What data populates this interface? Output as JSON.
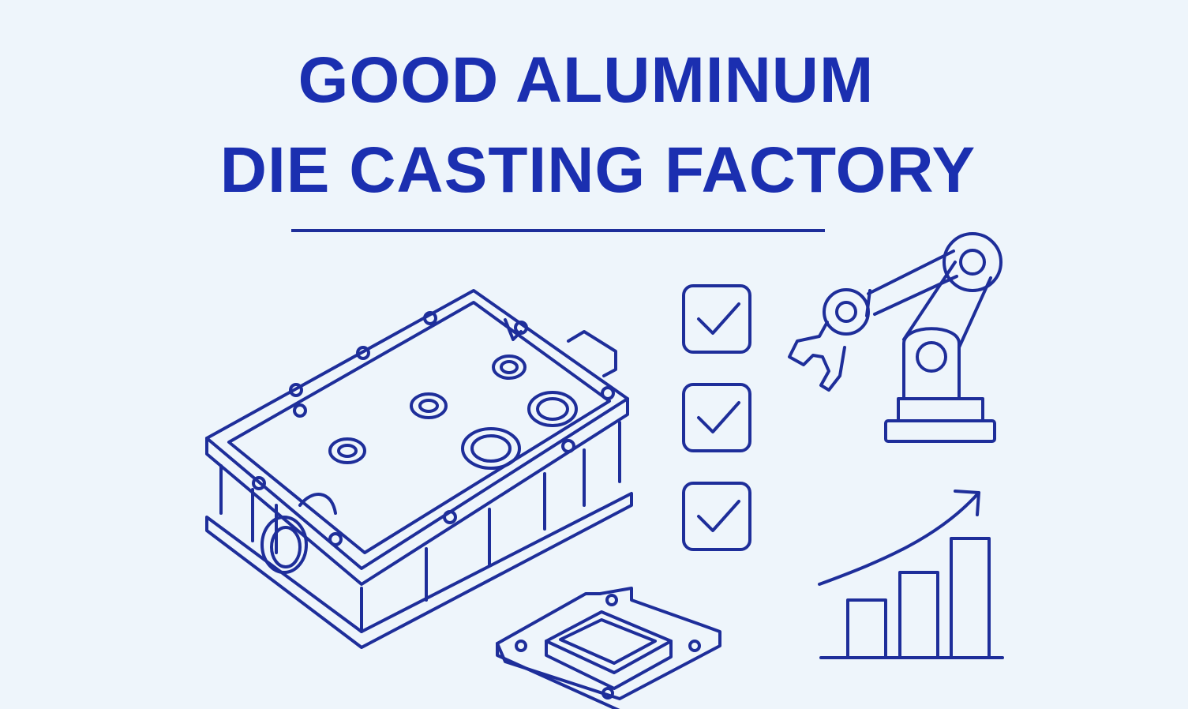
{
  "title": {
    "line1": "GOOD ALUMINUM",
    "line2": "DIE CASTING FACTORY"
  },
  "colors": {
    "background": "#eef5fb",
    "title": "#1b2fb0",
    "stroke": "#1e2e9a"
  },
  "icons": {
    "housing": "aluminum-housing-icon",
    "bracket": "die-cast-bracket-icon",
    "checklist": "checkmark-box-icon",
    "robot": "robotic-arm-icon",
    "growth": "growth-bar-chart-icon"
  },
  "checklist_count": 3,
  "growth_bars": 3
}
